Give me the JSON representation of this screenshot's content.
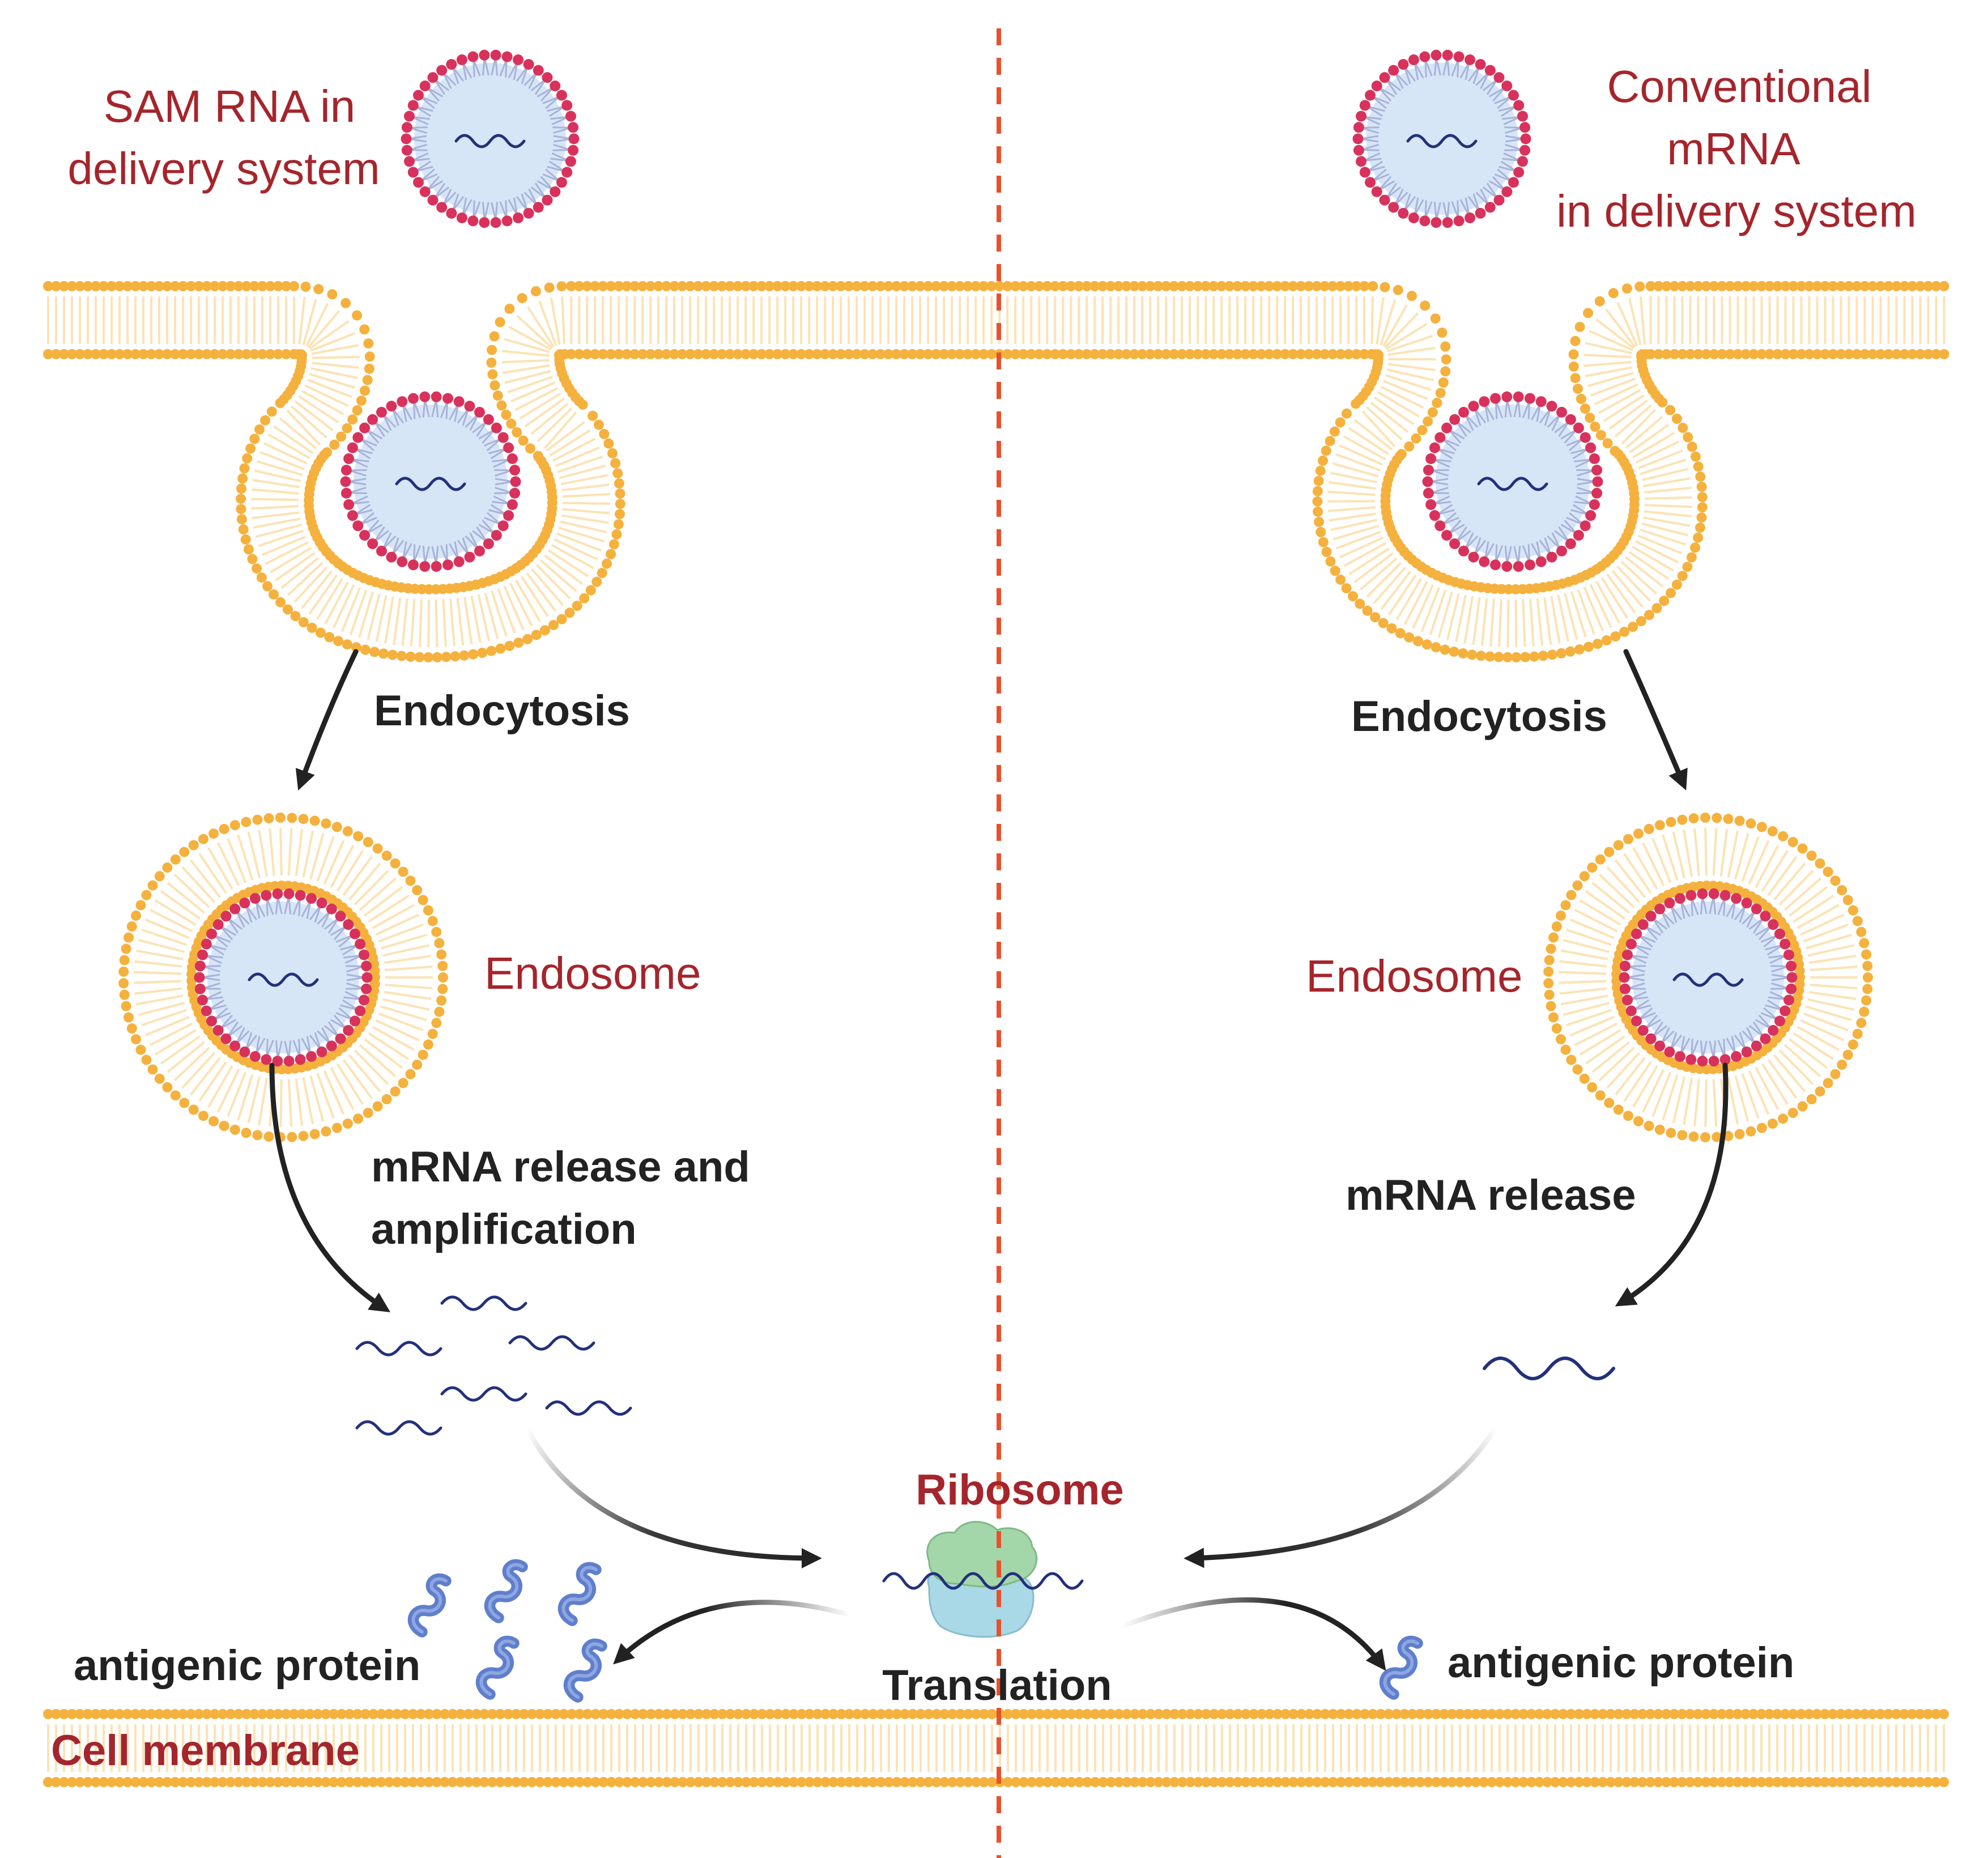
{
  "left_panel": {
    "delivery_label_line1": "SAM RNA in",
    "delivery_label_line2": "delivery system",
    "endocytosis_label": "Endocytosis",
    "endosome_label": "Endosome",
    "release_label_line1": "mRNA release and",
    "release_label_line2": "amplification",
    "protein_label": "antigenic protein"
  },
  "right_panel": {
    "delivery_label_line1": "Conventional",
    "delivery_label_line2": "mRNA",
    "delivery_label_line3": "in delivery system",
    "endocytosis_label": "Endocytosis",
    "endosome_label": "Endosome",
    "release_label": "mRNA release",
    "protein_label": "antigenic protein"
  },
  "center": {
    "ribosome_label": "Ribosome",
    "translation_label": "Translation"
  },
  "membrane_label": "Cell membrane",
  "colors": {
    "membrane_head": "#f5b13d",
    "membrane_tail": "#fbe3b4",
    "lnp_head": "#d8325c",
    "lnp_tail": "#a9b2d8",
    "lnp_core": "#d6e6f7",
    "rna": "#23307a",
    "protein": "#5f7fcc",
    "ribosome_large": "#a3d7a9",
    "ribosome_small": "#a9d8e6",
    "divider": "#e8512c",
    "label_red": "#a5252c",
    "label_black": "#222222"
  }
}
